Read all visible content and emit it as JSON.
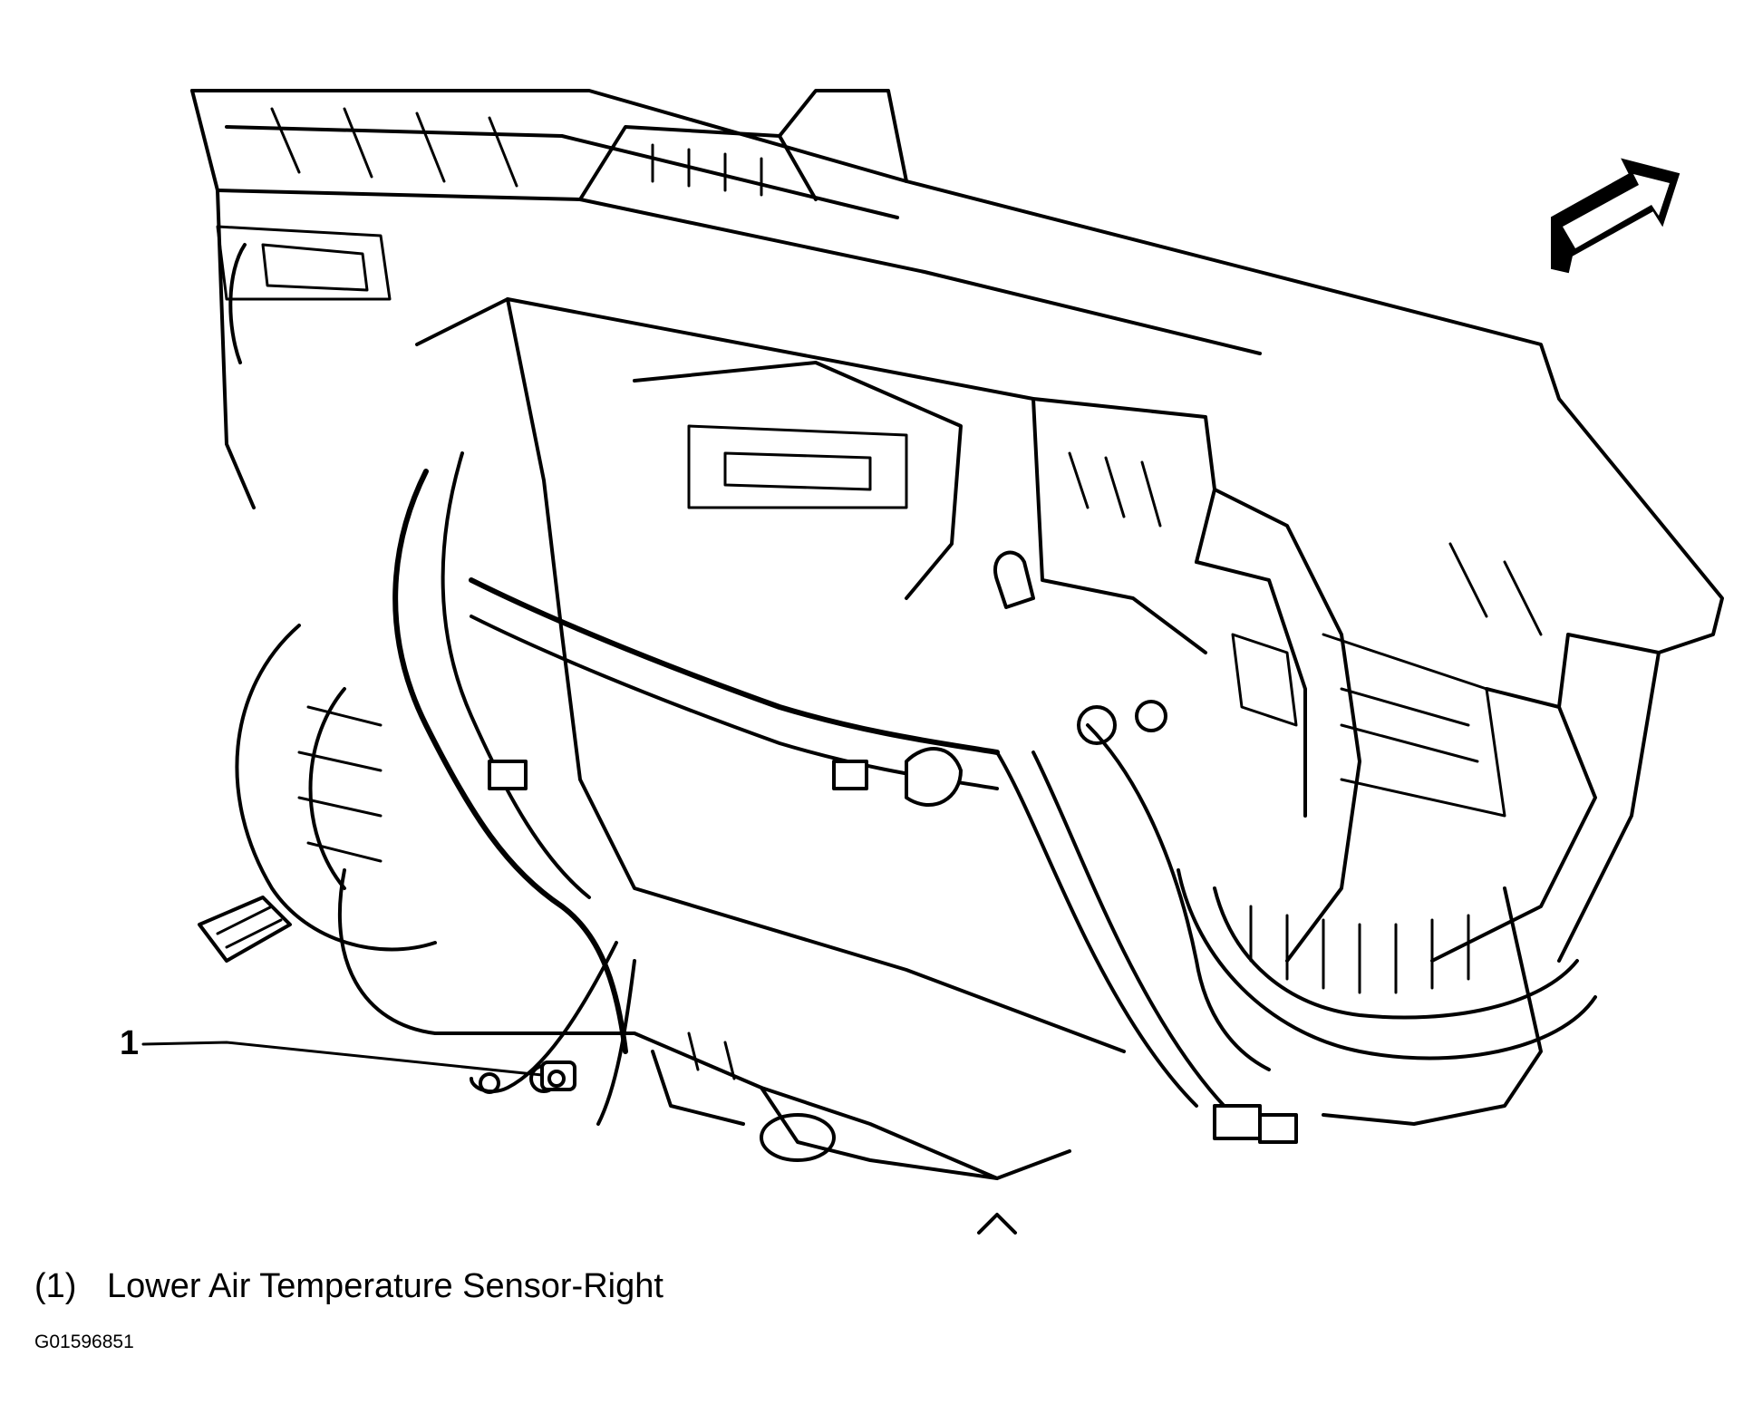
{
  "callouts": [
    {
      "number": "1"
    }
  ],
  "legend": [
    {
      "number": "(1)",
      "label": "Lower Air Temperature Sensor-Right"
    }
  ],
  "figure_id": "G01596851",
  "icons": {
    "direction_arrow": "forward-arrow-icon"
  }
}
